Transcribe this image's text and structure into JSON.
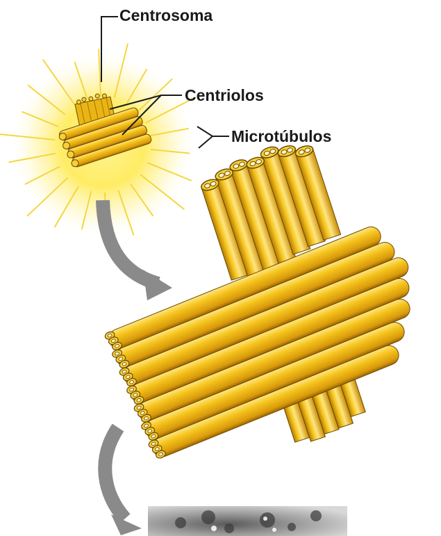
{
  "labels": {
    "centrosoma": "Centrosoma",
    "centriolos": "Centriolos",
    "microtubulos": "Microtúbulos"
  },
  "colors": {
    "tube_fill": "#f2c21a",
    "tube_highlight": "#ffe57a",
    "tube_shadow": "#b07a06",
    "tube_edge": "#6b4a02",
    "glow": "#fff176",
    "arrow": "#8a8a8a",
    "text": "#1a1a1a"
  }
}
